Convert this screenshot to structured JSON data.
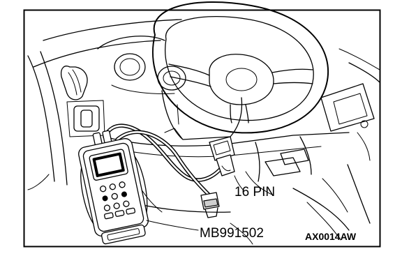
{
  "labels": {
    "connector": "16 PIN",
    "tool_part_number": "MB991502",
    "figure_code": "AX0014AW"
  }
}
